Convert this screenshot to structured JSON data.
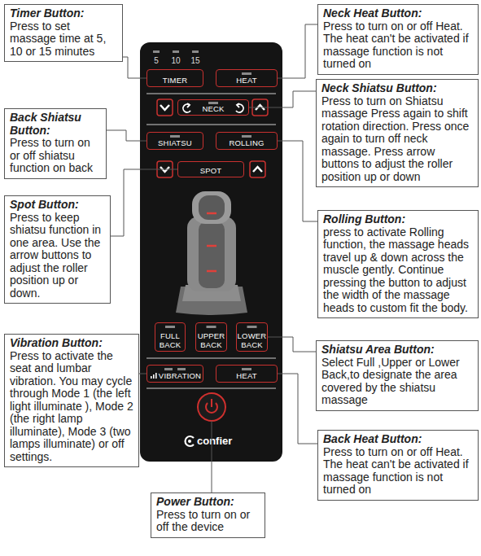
{
  "diagram": {
    "nodes": [
      {
        "text": [
          "Timer Button:",
          "Press to set massage time at 5, 10 or 15 minutes"
        ]
      },
      {
        "text": [
          "Neck Heat Button:",
          "Press to turn on or off Heat. The heat can't be activated if massage function is not turned on"
        ]
      },
      {
        "text": [
          "confier"
        ]
      },
      {
        "text": [
          "TIMER"
        ],
        "in": 2
      },
      {
        "text": [
          "HEAT"
        ],
        "in": 2
      },
      {
        "text": [
          "NECK"
        ],
        "in": 2
      },
      {
        "text": [
          "SHIATSU"
        ],
        "in": 2
      },
      {
        "text": [
          "ROLLING"
        ],
        "in": 2
      },
      {
        "text": [
          "SPOT"
        ],
        "in": 2
      },
      {
        "text": [
          "FULL BACK"
        ],
        "in": 2
      },
      {
        "text": [
          "UPPER BACK"
        ],
        "in": 2
      },
      {
        "text": [
          "LOWER BACK"
        ],
        "in": 2
      },
      {
        "text": [
          "VIBRATION"
        ],
        "in": 2
      },
      {
        "text": [
          "HEAT"
        ],
        "in": 2
      },
      {
        "text": [
          "Back Shiatsu Button:",
          "Press to turn on or off shiatsu function on back"
        ]
      },
      {
        "text": [
          "Neck Shiatsu Button:",
          "Press to turn on Shiatsu massage Press again to shift rotation direction. Press once again to turn off neck massage. Press arrow buttons to adjust the roller position up or down"
        ]
      },
      {
        "text": [
          "Spot Button:",
          "Press to keep shiatsu function in one area. Use the arrow buttons to adjust the roller position up or down."
        ]
      },
      {
        "text": [
          "Rolling Button:",
          "press to activate Rolling function, the massage heads travel up & down across the muscle gently. Continue pressing the button to adjust the width of the massage heads to custom fit the body."
        ]
      },
      {
        "text": [
          "Vibration Button:",
          "Press to activate the seat and lumbar vibration. You may cycle through Mode 1 (the left light illuminate ), Mode 2 (the right lamp illuminate), Mode 3 (two lamps illuminate) or off settings."
        ]
      },
      {
        "text": [
          "Shiatsu Area Button:",
          "Select Full ,Upper or Lower Back,to designate the area covered by the shiatsu massage"
        ]
      },
      {
        "text": [
          "Back Heat Button:",
          "Press to turn on or off Heat. The heat can't be activated if massage function is not turned on"
        ]
      },
      {
        "text": [
          "Power Button:",
          "Press to turn on or off the device"
        ]
      }
    ],
    "edges": [
      {
        "from": 0,
        "to": 3,
        "arrow": "none"
      },
      {
        "from": 1,
        "to": 4,
        "arrow": "none"
      },
      {
        "from": 14,
        "to": 6,
        "arrow": "none"
      },
      {
        "from": 15,
        "to": 5,
        "arrow": "none"
      },
      {
        "from": 17,
        "to": 7,
        "arrow": "none"
      },
      {
        "from": 16,
        "to": 8,
        "arrow": "none"
      },
      {
        "from": 18,
        "to": 12,
        "arrow": "none"
      },
      {
        "from": 19,
        "to": 11,
        "arrow": "none"
      },
      {
        "from": 20,
        "to": 13,
        "arrow": "none"
      }
    ],
    "labels": [
      "5",
      "10",
      "15"
    ]
  }
}
